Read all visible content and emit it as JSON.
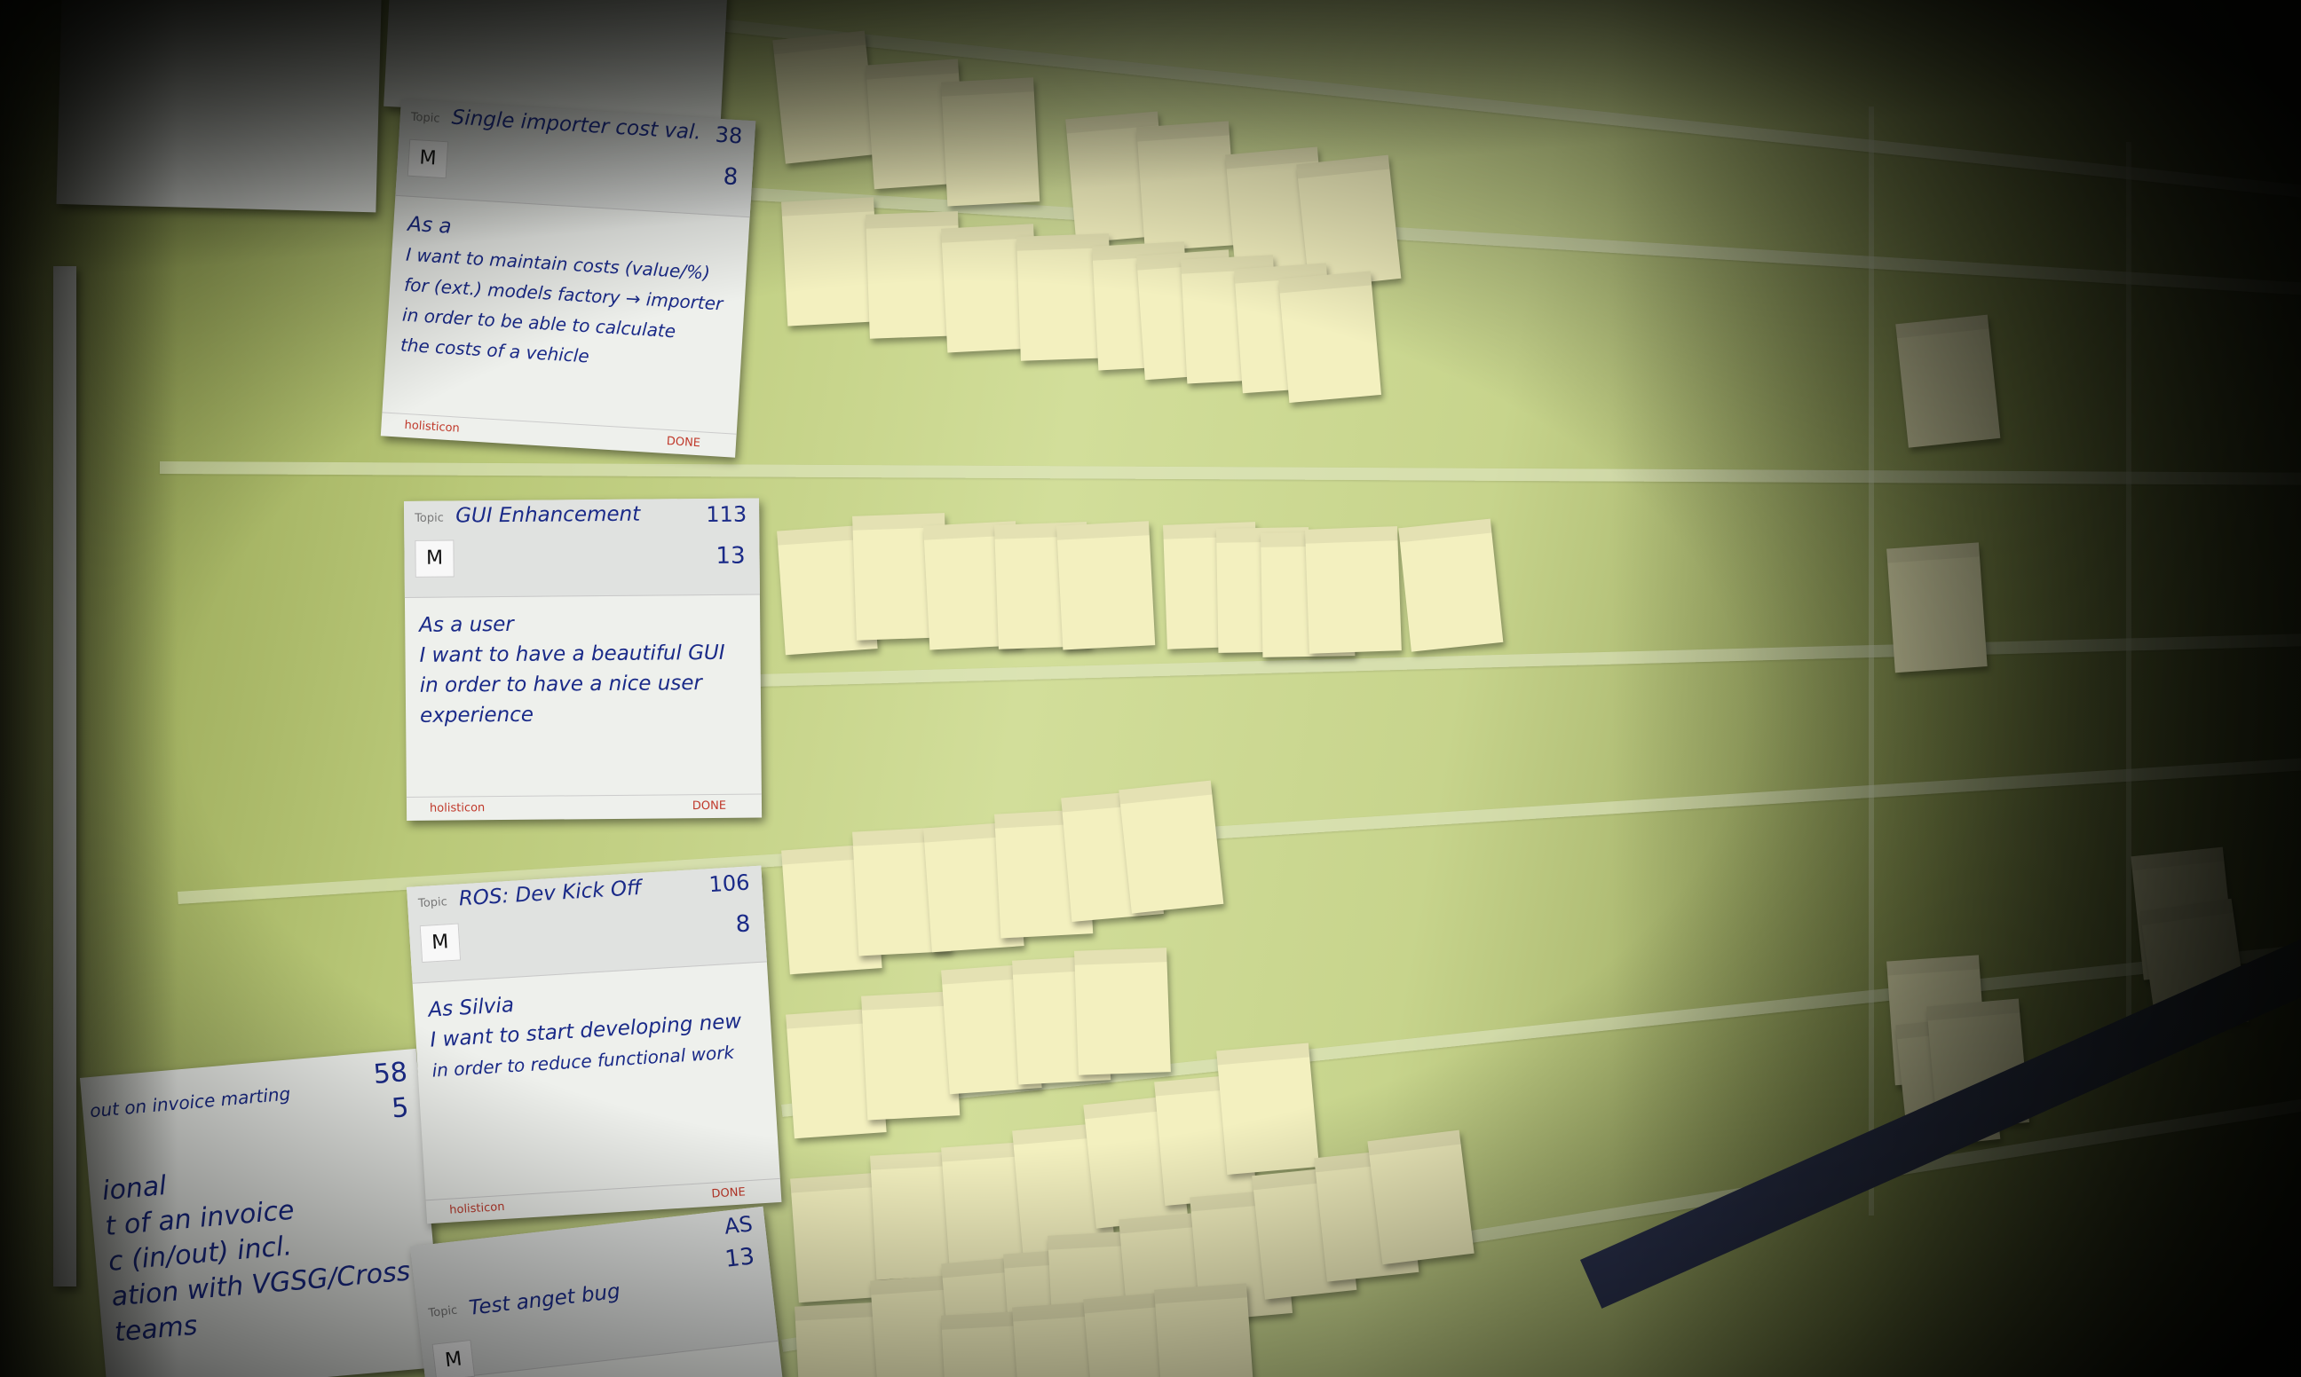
{
  "cards": [
    {
      "topic_label": "Topic",
      "topic": "Single importer cost val.",
      "id": "38",
      "size": "M",
      "points": "8",
      "story": [
        "As a",
        "I want to maintain costs (value/%)",
        "for (ext.) models factory → importer",
        "in order to be able to calculate",
        "the costs of a vehicle"
      ],
      "brand": "holisticon",
      "footer": "DONE"
    },
    {
      "topic_label": "Topic",
      "topic": "GUI Enhancement",
      "id": "113",
      "size": "M",
      "points": "13",
      "story": [
        "As a user",
        "I want to have a beautiful GUI",
        "in order to have a nice user",
        "experience"
      ],
      "brand": "holisticon",
      "footer": "DONE"
    },
    {
      "topic_label": "Topic",
      "topic": "ROS: Dev Kick Off",
      "id": "106",
      "size": "M",
      "points": "8",
      "story": [
        "As Silvia",
        "I want to start developing new",
        "in order to reduce functional work"
      ],
      "brand": "holisticon",
      "footer": "DONE"
    },
    {
      "topic_label": "Topic",
      "topic": "Test anget bug",
      "id": "AS",
      "size": "M",
      "points": "13",
      "story": [],
      "brand": "",
      "footer": ""
    }
  ],
  "left_card": {
    "title": "out on invoice marting",
    "id": "58",
    "points": "5",
    "story": [
      "ional",
      "t of an invoice",
      "c (in/out) incl.",
      "ation with VGSG/Cross",
      "teams"
    ]
  },
  "colors": {
    "wall": "#c7d48c",
    "card": "#eef0ec",
    "ink": "#1a2a88",
    "sticky": "#f3f0bf",
    "brand_red": "#c0392b"
  }
}
